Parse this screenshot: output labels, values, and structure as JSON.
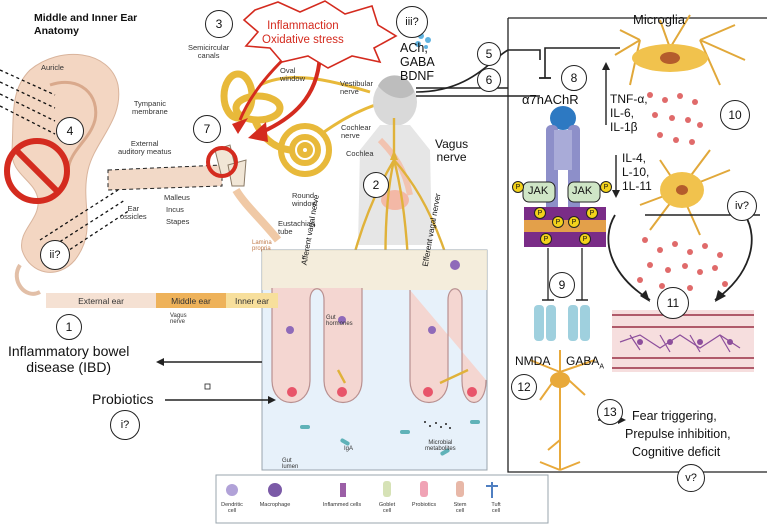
{
  "title": "Middle and Inner Ear\nAnatomy",
  "ear_labels": {
    "auricle": "Auricle",
    "semicircular": "Semicircular\ncanals",
    "oval_window": "Oval\nwindow",
    "vestibular_nerve": "Vestibular\nnerve",
    "tympanic": "Tympanic\nmembrane",
    "cochlear_nerve": "Cochlear\nnerve",
    "cochlea": "Cochlea",
    "external_meatus": "External\nauditory meatus",
    "round_window": "Round\nwindow",
    "malleus": "Malleus",
    "incus": "Incus",
    "stapes": "Stapes",
    "ear_ossicles": "Ear\nossicles",
    "eustachian": "Eustachian\ntube",
    "lamina": "Lamina\npropria"
  },
  "ear_bands": {
    "external": "External ear",
    "middle": "Middle ear",
    "inner": "Inner ear"
  },
  "vagus_small": "Vagus\nnerve",
  "inflammation": "Inflammaction\nOxidative stress",
  "neurotransmitters": "ACh,\nGABA\nBDNF",
  "vagus_nerve": "Vagus\nnerve",
  "afferent": "Afferent vagal nerve",
  "efferent": "Efferent vagal nerver",
  "receptor": "α7nAChR",
  "cytokines_pro": "TNF-α,\nIL-6,\nIL-1β",
  "cytokines_anti": "IL-4,\nL-10,\n1L-11",
  "jak": "JAK",
  "p": "P",
  "microglia": "Microglia",
  "nmda": "NMDA",
  "gaba": "GABA",
  "gaba_sub": "A",
  "ibd": "Inflammatory bowel\ndisease (IBD)",
  "probiotics": "Probiotics",
  "outcomes": {
    "fear": "Fear triggering,",
    "prepulse": "Prepulse inhibition,",
    "cognitive": "Cognitive deficit"
  },
  "gut_labels": {
    "hormones": "Gut\nhormones",
    "iga": "IgA",
    "metabolites": "Microbial\nmetabolites",
    "lumen": "Gut\nlumen"
  },
  "numbers": {
    "n1": "1",
    "n2": "2",
    "n3": "3",
    "n4": "4",
    "n5": "5",
    "n6": "6",
    "n7": "7",
    "n8": "8",
    "n9": "9",
    "n10": "10",
    "n11": "11",
    "n12": "12",
    "n13": "13"
  },
  "romans": {
    "i": "i?",
    "ii": "ii?",
    "iii": "iii?",
    "iv": "iv?",
    "v": "v?"
  },
  "legend": [
    "Dendritic\ncell",
    "Macrophage",
    "Inflammed cells",
    "Goblet\ncell",
    "Probiotics",
    "Stem\ncell",
    "Tuft\ncell"
  ],
  "colors": {
    "nerve": "#e0b23a",
    "arrow_red": "#d42b1f",
    "receptor_blue": "#6fb7d9",
    "jak_green": "#cfe6c6",
    "purple": "#7a2c87",
    "yellow_p": "#f3d21b"
  }
}
